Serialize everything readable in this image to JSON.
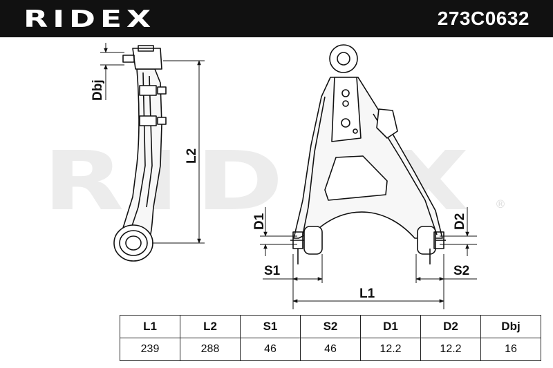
{
  "header": {
    "brand": "RIDEX",
    "part_number": "273C0632"
  },
  "watermark": {
    "text": "RIDEX",
    "mark": "®"
  },
  "dimension_labels": {
    "dbj": "Dbj",
    "l2": "L2",
    "d1": "D1",
    "d2": "D2",
    "s1": "S1",
    "s2": "S2",
    "l1": "L1"
  },
  "specs": {
    "headers": [
      "L1",
      "L2",
      "S1",
      "S2",
      "D1",
      "D2",
      "Dbj"
    ],
    "values": [
      "239",
      "288",
      "46",
      "46",
      "12.2",
      "12.2",
      "16"
    ]
  },
  "colors": {
    "header_bg": "#111111",
    "line": "#111111",
    "watermark": "#ececec"
  }
}
